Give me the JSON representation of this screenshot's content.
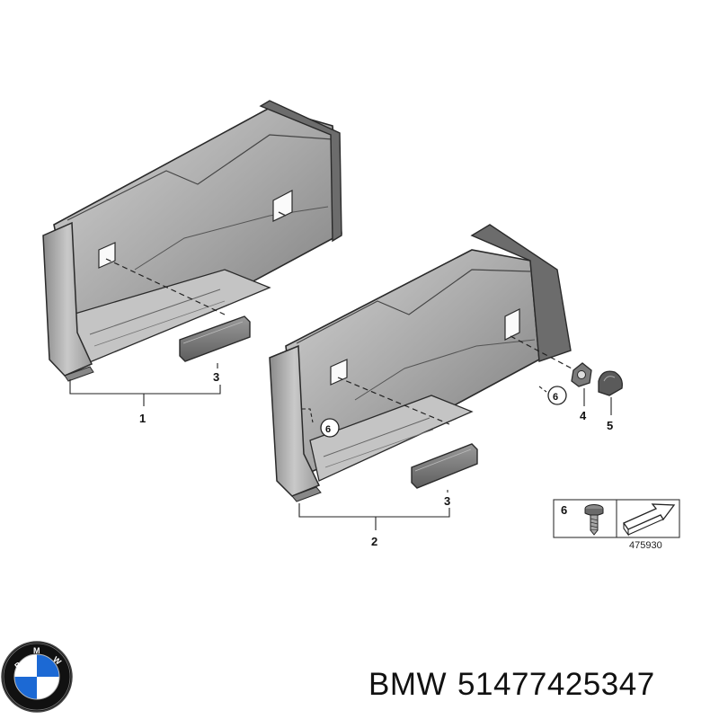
{
  "callouts": {
    "trim_left": "1",
    "trim_right": "2",
    "cover_left": "3",
    "cover_right": "3",
    "clip": "4",
    "cap": "5",
    "screw_a": "6",
    "screw_b": "6"
  },
  "legend": {
    "item_number": "6",
    "diagram_id": "475930"
  },
  "caption": {
    "brand": "BMW",
    "part_number": "51477425347"
  },
  "logo": {
    "text": "BMW",
    "colors": {
      "blue": "#1c69d4",
      "white": "#ffffff",
      "ring": "#111111"
    }
  },
  "colors": {
    "trim_dark": "#5f5f5f",
    "trim_mid": "#8f8f8f",
    "trim_light": "#b9b9b9",
    "outline": "#2a2a2a"
  }
}
